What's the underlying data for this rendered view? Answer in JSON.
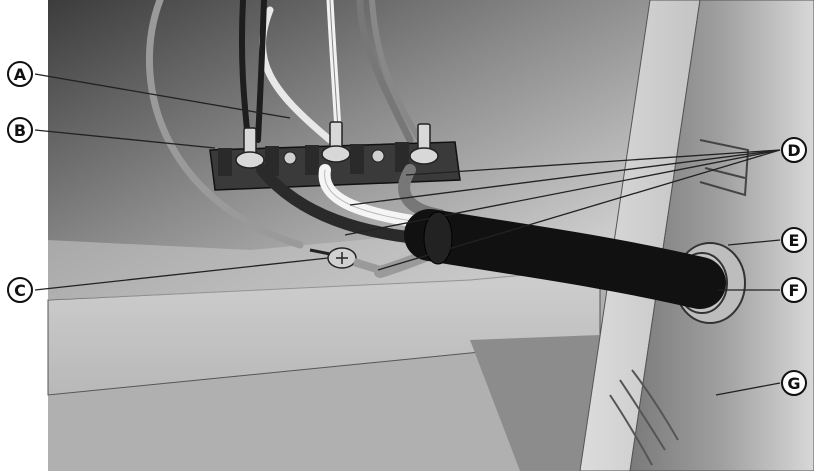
{
  "callouts": {
    "A": "A",
    "B": "B",
    "C": "C",
    "D": "D",
    "E": "E",
    "F": "F",
    "G": "G"
  },
  "colors": {
    "background": "#ffffff",
    "cabinet_gray": "#a9a9a9",
    "panel_light": "#d2d2d2",
    "block_dark": "#3a3a3a",
    "cable_black": "#111111",
    "wire_white": "#f4f4f4",
    "leader_line": "#222222"
  }
}
